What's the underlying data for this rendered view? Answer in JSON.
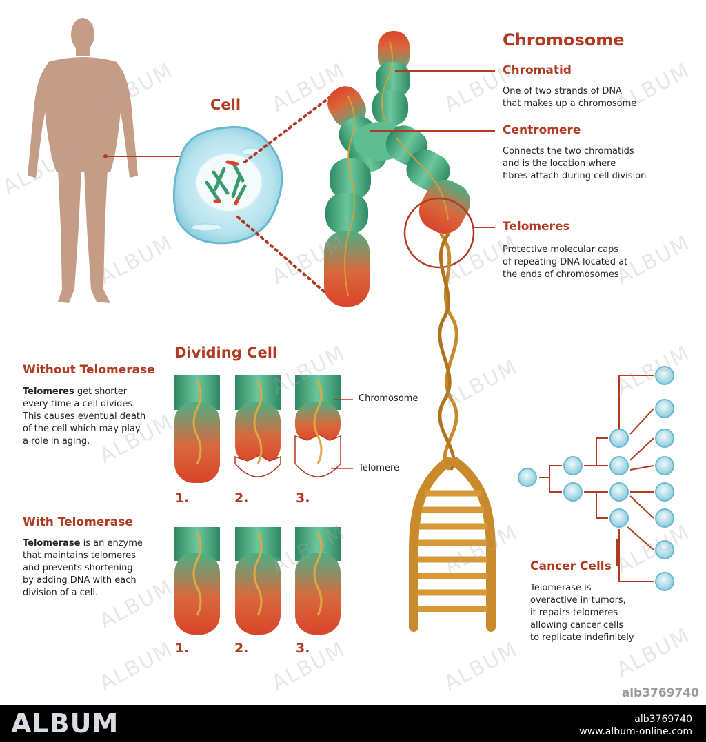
{
  "cell_label": "Cell",
  "chromosome": {
    "title": "Chromosome"
  },
  "chromatid": {
    "title": "Chromatid",
    "desc": [
      "One of two strands of DNA",
      "that makes up a chromosome"
    ]
  },
  "centromere": {
    "title": "Centromere",
    "desc": [
      "Connects the two chromatids",
      "and is the location where",
      "fibres attach during cell division"
    ]
  },
  "telomeres": {
    "title": "Telomeres",
    "desc": [
      "Protective molecular caps",
      "of repeating DNA located at",
      "the ends of chromosomes"
    ]
  },
  "dividing_cell": {
    "title": "Dividing Cell",
    "chromosome_label": "Chromosome",
    "telomere_label": "Telomere",
    "numbers": [
      "1.",
      "2.",
      "3."
    ]
  },
  "without": {
    "title": "Without Telomerase",
    "bold": "Telomeres",
    "rest": " get shorter",
    "lines": [
      "every time a cell divides.",
      "This causes eventual death",
      "of the cell which may play",
      "a role in aging."
    ]
  },
  "with": {
    "title": "With Telomerase",
    "bold": "Telomerase",
    "rest": " is an enzyme",
    "lines": [
      "that maintains telomeres",
      "and prevents shortening",
      "by adding DNA with each",
      "division of a cell."
    ]
  },
  "cancer": {
    "title": "Cancer Cells",
    "desc": [
      "Telomerase is",
      "overactive in tumors,",
      "it repairs telomeres",
      "allowing cancer cells",
      "to replicate indefinitely"
    ]
  },
  "watermark": "ALBUM",
  "image_code": "alb3769740",
  "footer": {
    "logo": "ALBUM",
    "id": "alb3769740",
    "url": "www.album-online.com"
  },
  "colors": {
    "accent_red": "#b03a22",
    "chromatid_green": "#3fa37a",
    "dna_gold": "#c98a2c",
    "cell_blue": "#a9dbe8",
    "skin": "#c59c86"
  }
}
